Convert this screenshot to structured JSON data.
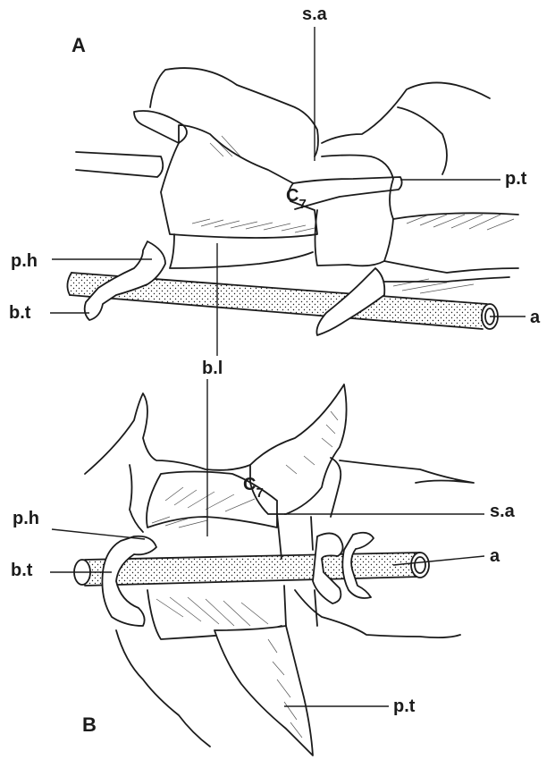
{
  "figure": {
    "panels": [
      {
        "id": "A",
        "label": "A",
        "vertebra": {
          "main": "C",
          "sub": "7"
        },
        "labels": {
          "s_a": "s.a",
          "p_t": "p.t",
          "p_h": "p.h",
          "b_t": "b.t",
          "a": "a",
          "b_l": "b.l"
        }
      },
      {
        "id": "B",
        "label": "B",
        "vertebra": {
          "main": "C",
          "sub": "7"
        },
        "labels": {
          "p_h": "p.h",
          "b_t": "b.t",
          "s_a": "s.a",
          "a": "a",
          "p_t": "p.t"
        }
      }
    ]
  }
}
